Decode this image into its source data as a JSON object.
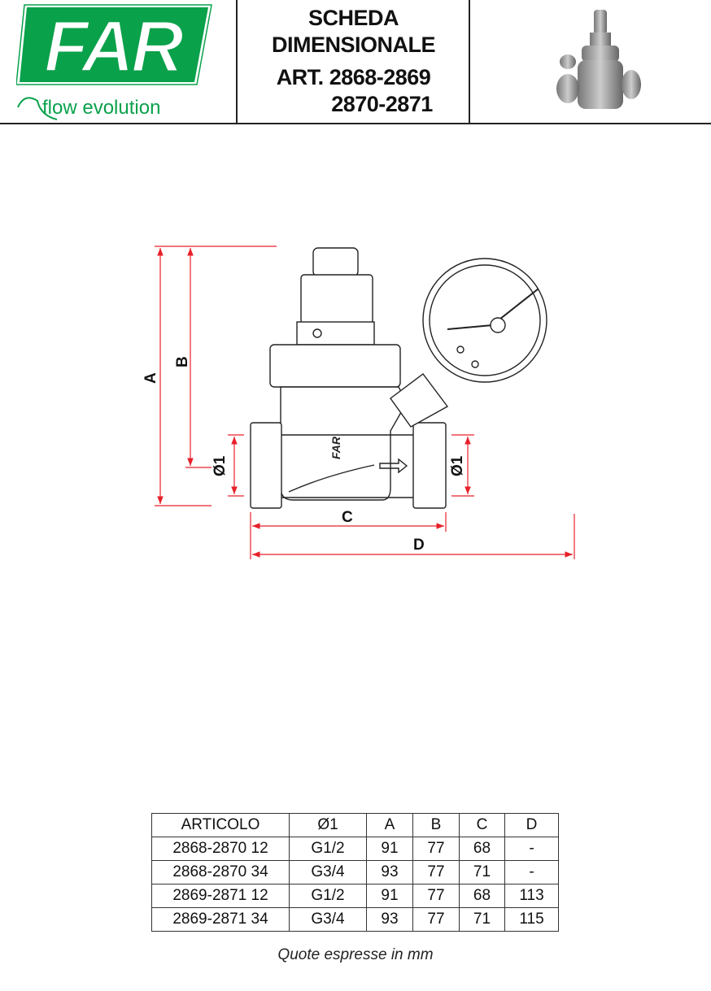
{
  "header": {
    "logo_text": "FAR",
    "logo_tagline": "flow evolution",
    "title_lines": [
      "SCHEDA",
      "DIMENSIONALE",
      "ART. 2868-2869",
      "2870-2871"
    ]
  },
  "drawing": {
    "labels": {
      "a": "A",
      "b": "B",
      "c": "C",
      "d": "D",
      "d1_left": "Ø1",
      "d1_right": "Ø1",
      "body_mark": "FAR"
    },
    "dimension_color": "#e8202a"
  },
  "table": {
    "headers": [
      "ARTICOLO",
      "Ø1",
      "A",
      "B",
      "C",
      "D"
    ],
    "rows": [
      [
        "2868-2870 12",
        "G1/2",
        "91",
        "77",
        "68",
        "-"
      ],
      [
        "2868-2870 34",
        "G3/4",
        "93",
        "77",
        "71",
        "-"
      ],
      [
        "2869-2871 12",
        "G1/2",
        "91",
        "77",
        "68",
        "113"
      ],
      [
        "2869-2871 34",
        "G3/4",
        "93",
        "77",
        "71",
        "115"
      ]
    ]
  },
  "note": "Quote espresse in mm",
  "colors": {
    "brand_green": "#0aa14b"
  }
}
